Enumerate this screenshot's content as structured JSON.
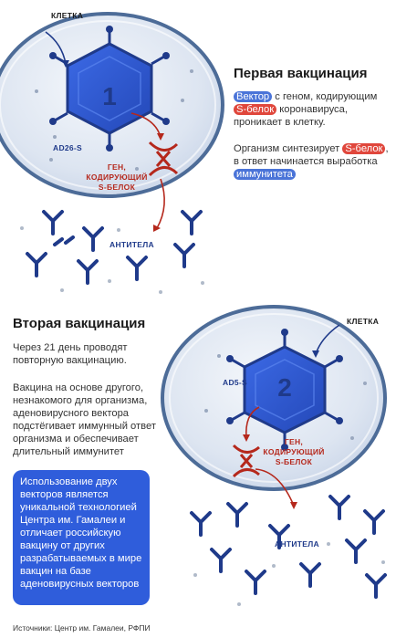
{
  "section1": {
    "title": "Первая вакцинация",
    "cell_label": "КЛЕТКА",
    "vector_number": "1",
    "vector_name": "AD26-S",
    "gene_label": [
      "ГЕН,",
      "КОДИРУЮЩИЙ",
      "S-БЕЛОК"
    ],
    "antibody_label": "АНТИТЕЛА",
    "p1": {
      "hl_vector": "Вектор",
      "text_a": " с геном, кодирующим ",
      "hl_sprotein": "S-белок",
      "text_b": " коронавируса, проникает в клетку."
    },
    "p2": {
      "text_a": "Организм синтезирует ",
      "hl_sprotein": "S-белок",
      "text_b": ", в ответ начинается выработка ",
      "hl_immunity": "иммунитета"
    }
  },
  "section2": {
    "title": "Вторая вакцинация",
    "cell_label": "КЛЕТКА",
    "vector_number": "2",
    "vector_name": "AD5-S",
    "gene_label": [
      "ГЕН,",
      "КОДИРУЮЩИЙ",
      "S-БЕЛОК"
    ],
    "antibody_label": "АНТИТЕЛА",
    "p1": "Через 21 день проводят повторную вакцинацию.",
    "p2": "Вакцина на основе другого, незнакомого для организма, аденовирусного вектора подстёгивает иммунный ответ организма и обеспечивает длительный иммунитет",
    "box_text": "Использование двух векторов является уникальной технологией Центра им. Гамалеи и отличает российскую вакцину от других разрабатываемых в мире вакцин на базе аденовирусных векторов"
  },
  "sources": "Источники: Центр им. Гамалеи, РФПИ",
  "colors": {
    "virus_blue": "#2f5ddb",
    "highlight_blue": "#4a74d8",
    "highlight_red": "#e0473c",
    "antibody_navy": "#1f3a8a",
    "arrow_red": "#b5281c",
    "cell_fill": "#dfe6f2"
  }
}
